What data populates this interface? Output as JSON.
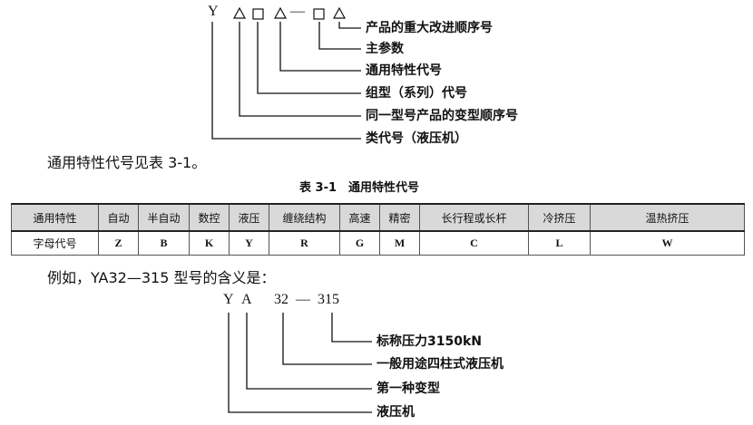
{
  "diagram1": {
    "code_letter": "Y",
    "code_dash": "—",
    "labels": [
      "产品的重大改进顺序号",
      "主参数",
      "通用特性代号",
      "组型（系列）代号",
      "同一型号产品的变型顺序号",
      "类代号（液压机）"
    ]
  },
  "intro_text": "通用特性代号见表 3-1。",
  "table": {
    "caption": "表 3-1　通用特性代号",
    "headers": [
      "通用特性",
      "自动",
      "半自动",
      "数控",
      "液压",
      "缠绕结构",
      "高速",
      "精密",
      "长行程或长杆",
      "冷挤压",
      "温热挤压"
    ],
    "row": [
      "字母代号",
      "Z",
      "B",
      "K",
      "Y",
      "R",
      "G",
      "M",
      "C",
      "L",
      "W"
    ]
  },
  "example_text": "例如，YA32—315 型号的含义是：",
  "diagram2": {
    "parts": [
      "Y",
      "A",
      "32",
      "—",
      "315"
    ],
    "labels": [
      "标称压力3150kN",
      "一般用途四柱式液压机",
      "第一种变型",
      "液压机"
    ]
  }
}
